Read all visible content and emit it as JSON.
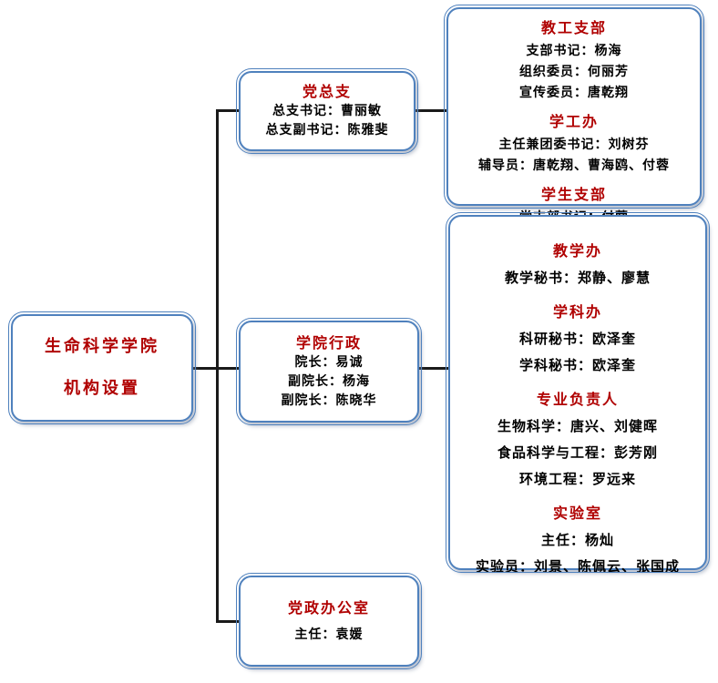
{
  "colors": {
    "node_border": "#4f81bd",
    "section_title": "#b00000",
    "body_text": "#000000",
    "connector": "#1a1a1a"
  },
  "root_box": {
    "line1": "生命科学学院",
    "line2": "机构设置"
  },
  "party_branch": {
    "title": "党总支",
    "lines": [
      "总支书记：曹丽敏",
      "总支副书记：陈雅斐"
    ]
  },
  "admin": {
    "title": "学院行政",
    "lines": [
      "院长：易诚",
      "副院长：杨海",
      "副院长：陈晓华"
    ]
  },
  "office": {
    "title": "党政办公室",
    "lines": [
      "主任：袁媛"
    ]
  },
  "right_top": {
    "sections": [
      {
        "title": "教工支部",
        "lines": [
          "支部书记：杨海",
          "组织委员：何丽芳",
          "宣传委员：唐乾翔"
        ]
      },
      {
        "title": "学工办",
        "lines": [
          "主任兼团委书记：刘树芬",
          "辅导员：唐乾翔、曹海鸥、付蓉"
        ]
      },
      {
        "title": "学生支部",
        "lines": [
          "党支部书记：付蓉"
        ]
      }
    ]
  },
  "right_bottom": {
    "sections": [
      {
        "title": "教学办",
        "lines": [
          "教学秘书：郑静、廖慧"
        ]
      },
      {
        "title": "学科办",
        "lines": [
          "科研秘书：欧泽奎",
          "学科秘书：欧泽奎"
        ]
      },
      {
        "title": "专业负责人",
        "lines": [
          "生物科学：唐兴、刘健晖",
          "食品科学与工程：彭芳刚",
          "环境工程：罗远来"
        ]
      },
      {
        "title": "实验室",
        "lines": [
          "主任：杨灿",
          "实验员：刘景、陈佩云、张国成"
        ]
      }
    ]
  }
}
